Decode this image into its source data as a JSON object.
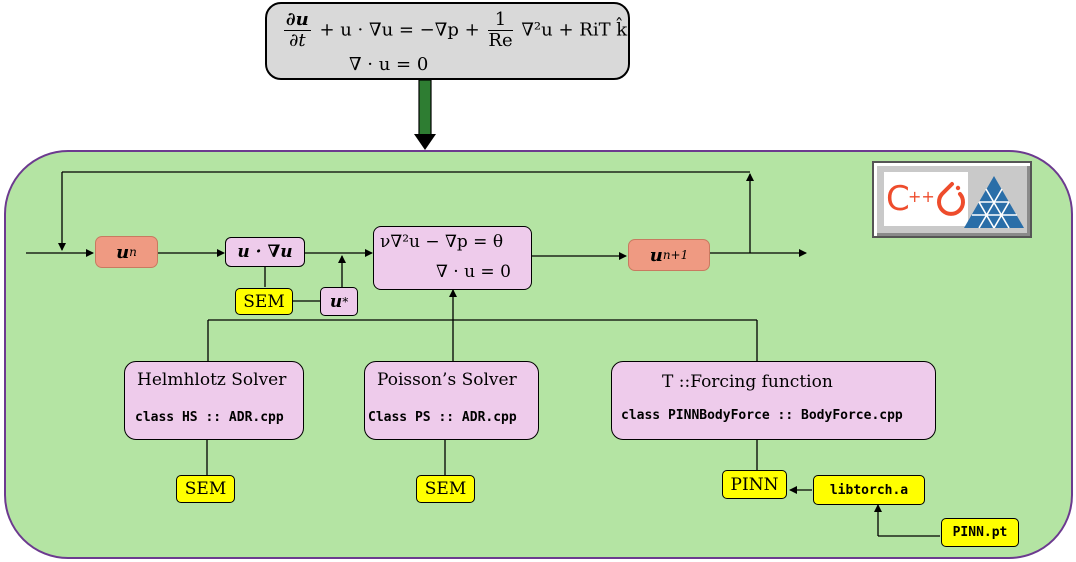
{
  "equation": {
    "momentum": {
      "du": "∂u",
      "dt": "∂t",
      "advection": "+ u · ∇u = −∇p +",
      "one": "1",
      "re": "Re",
      "tail": "∇²u + RiT k̂"
    },
    "continuity": "∇ · u = 0"
  },
  "nodes": {
    "u_n": {
      "base": "u",
      "sup": "n"
    },
    "u_grad_u": "u · ∇u",
    "pressure_eq": {
      "line1": "ν∇²u − ∇p = θ",
      "line2": "∇ · u = 0"
    },
    "u_np1": {
      "base": "u",
      "sup": "n+1"
    },
    "u_star": {
      "base": "u",
      "sup": "*"
    },
    "sem_top": "SEM"
  },
  "solvers": {
    "helmholtz": {
      "title": "Helmhlotz Solver",
      "code": "class HS :: ADR.cpp",
      "sem": "SEM"
    },
    "poisson": {
      "title": "Poisson’s Solver",
      "code": "Class PS :: ADR.cpp",
      "sem": "SEM"
    },
    "forcing": {
      "title": "T ::Forcing function",
      "code": "class PINNBodyForce :: BodyForce.cpp"
    }
  },
  "pinn": {
    "label": "PINN",
    "lib": "libtorch.a",
    "model": "PINN.pt"
  },
  "logos": {
    "cpp": "C++",
    "icons": [
      "cpp-logo",
      "pytorch-logo",
      "nektar-logo"
    ]
  },
  "colors": {
    "panel": "#b4e4a3",
    "panel_border": "#6c3a8f",
    "salmon": "#ef9a82",
    "pink": "#eecbeb",
    "yellow": "#ffff00",
    "equation_bg": "#d9d9d9",
    "arrow_green": "#2e7d32"
  }
}
